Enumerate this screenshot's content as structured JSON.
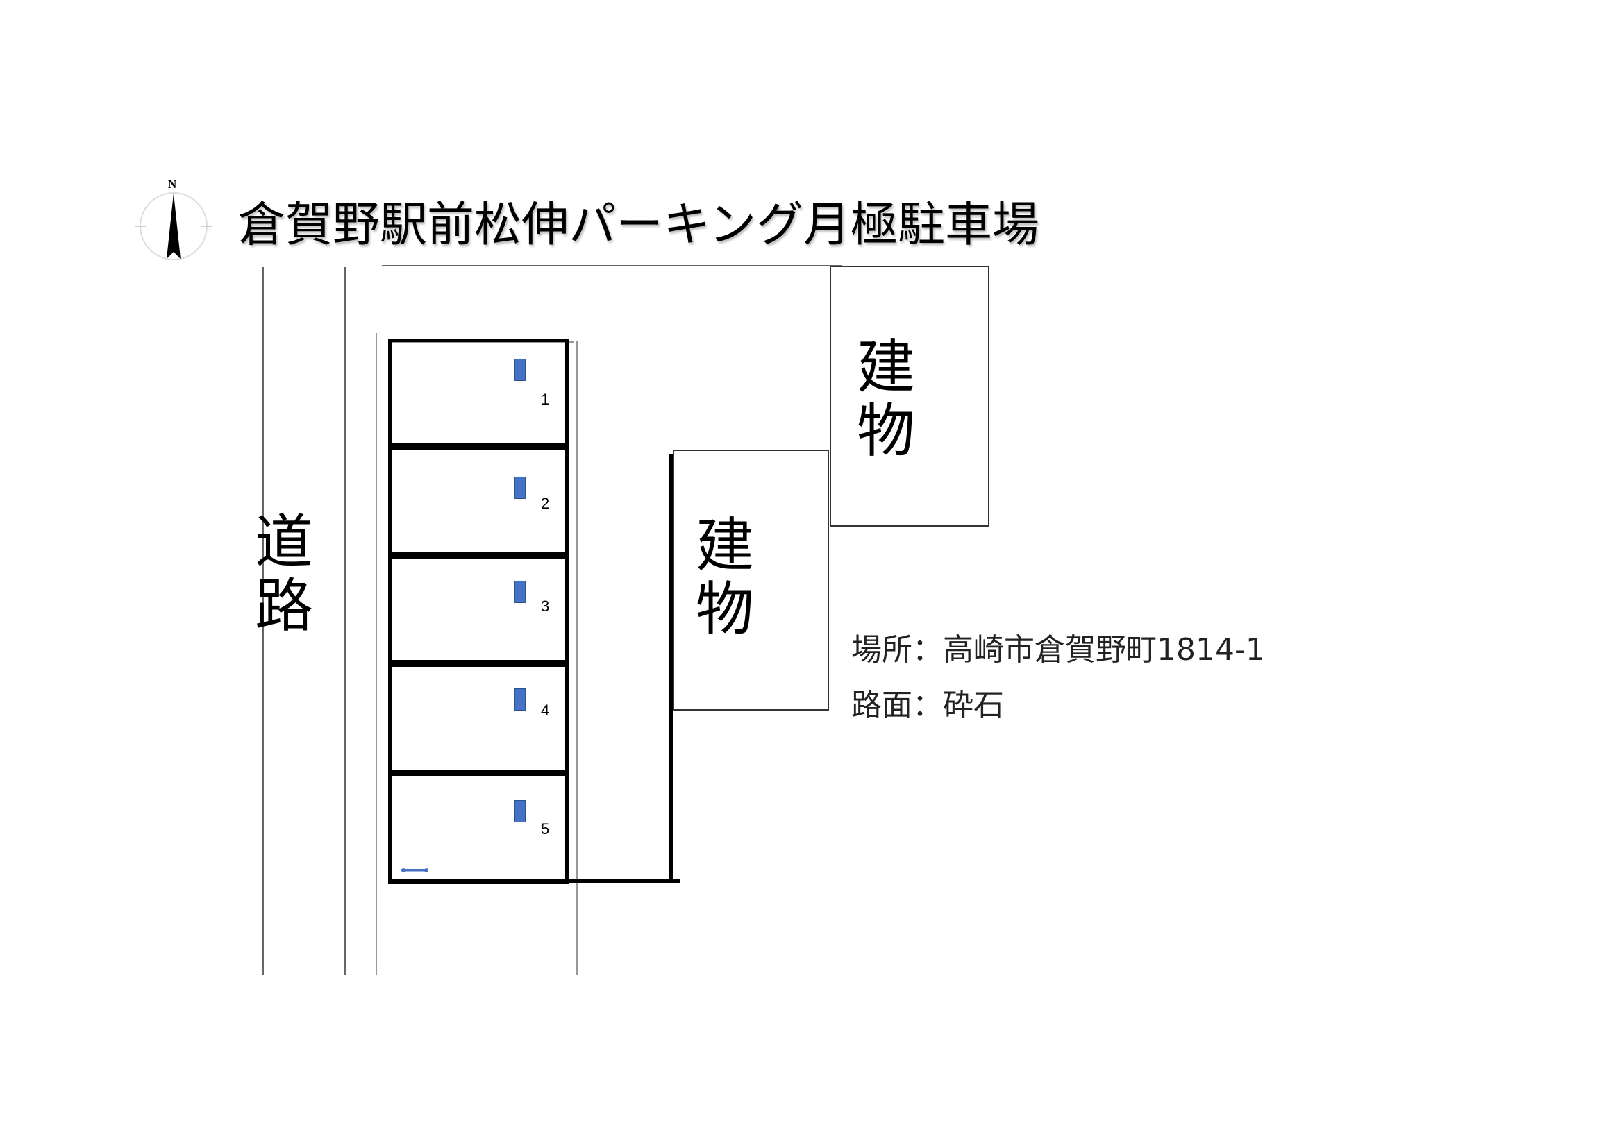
{
  "title": "倉賀野駅前松伸パーキング月極駐車場",
  "compass": {
    "label": "N"
  },
  "road_label": "道路",
  "buildings": [
    {
      "label": "建物"
    },
    {
      "label": "建物"
    }
  ],
  "stalls": [
    {
      "number": "1"
    },
    {
      "number": "2"
    },
    {
      "number": "3"
    },
    {
      "number": "4"
    },
    {
      "number": "5"
    }
  ],
  "info": {
    "location": "場所：高崎市倉賀野町1814-1",
    "surface": "路面：砕石"
  },
  "colors": {
    "marker": "#4472c4"
  }
}
